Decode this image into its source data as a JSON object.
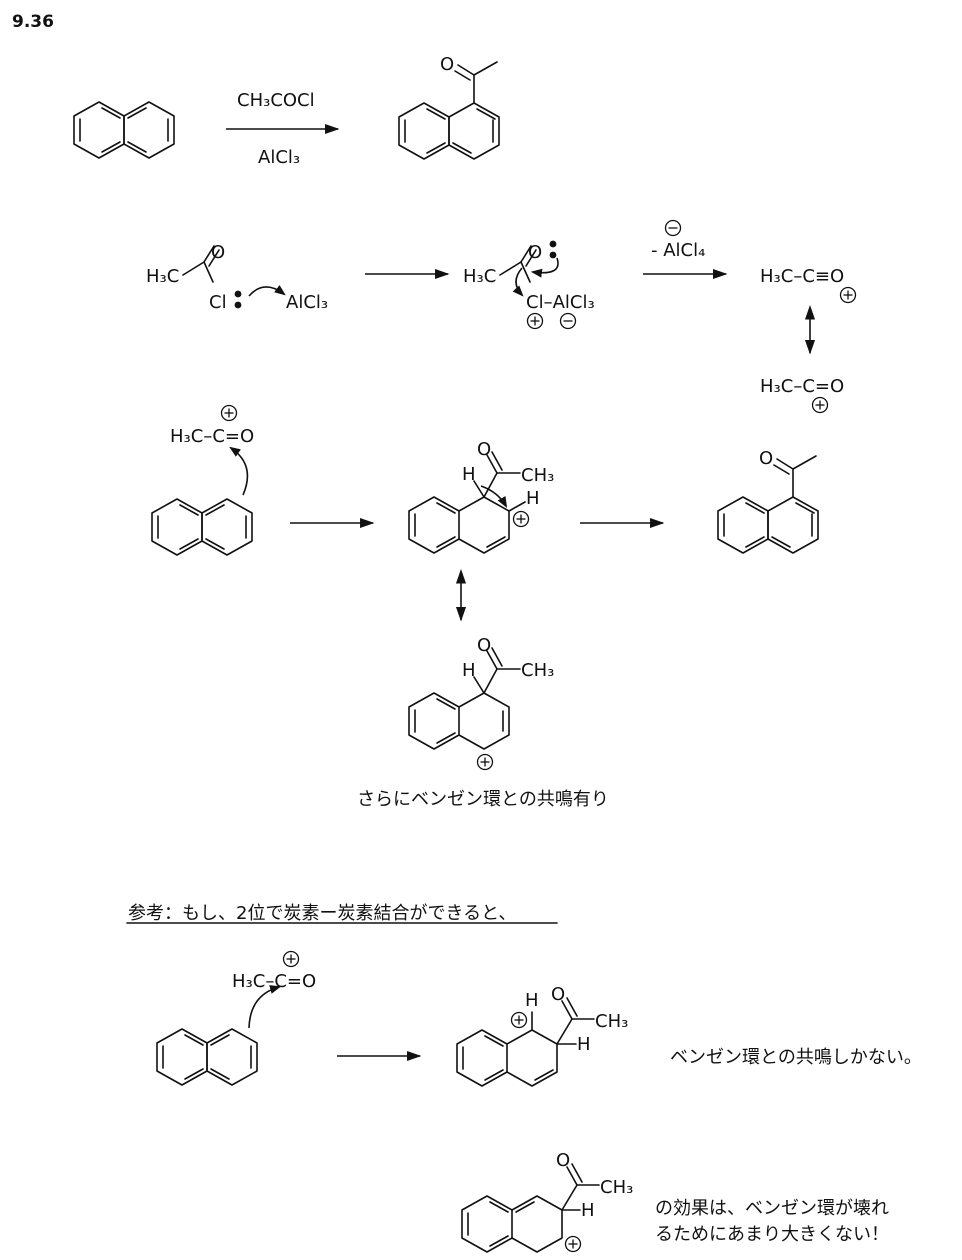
{
  "problem_number": "9.36",
  "reagent_top": "CH₃COCl",
  "reagent_bottom": "AlCl₃",
  "labels": {
    "h3c": "H₃C",
    "o": "O",
    "cl": "Cl",
    "alcl3": "AlCl₃",
    "cl_alcl3": "Cl–AlCl₃",
    "minus_alcl4": "- AlCl₄",
    "acylium_triple": "H₃C–C≡O",
    "acylium_double": "H₃C–C=O",
    "h": "H",
    "ch3": "CH₃"
  },
  "notes": {
    "resonance_benzene": "さらにベンゼン環との共鳴有り",
    "reference_heading": "参考：もし、2位で炭素ー炭素結合ができると、",
    "only_benzene": "ベンゼン環との共鳴しかない。",
    "effect_line1": "の効果は、ベンゼン環が壊れ",
    "effect_line2": "るためにあまり大きくない！"
  },
  "icons": {
    "plus": "plus-charge-icon",
    "minus": "minus-charge-icon",
    "lone_pair": "lone-pair-icon",
    "curved_arrow": "curved-arrow-icon"
  }
}
